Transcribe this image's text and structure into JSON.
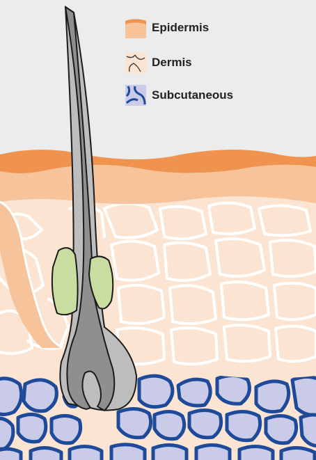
{
  "legend": [
    {
      "label": "Epidermis",
      "icon": "epidermis-swatch-icon"
    },
    {
      "label": "Dermis",
      "icon": "dermis-swatch-icon"
    },
    {
      "label": "Subcutaneous",
      "icon": "subcutaneous-swatch-icon"
    }
  ],
  "colors": {
    "background": "#ececec",
    "epidermis_top": "#f0934f",
    "epidermis": "#f6c39a",
    "dermis": "#fbe4d2",
    "dermis_fiber": "#ffffff",
    "subcutaneous_cell": "#c9cbe8",
    "subcutaneous_border": "#1e4a9a",
    "hair": "#8f8f8f",
    "hair_outline": "#1a1a1a",
    "sebaceous_gland": "#c8dd9f"
  }
}
